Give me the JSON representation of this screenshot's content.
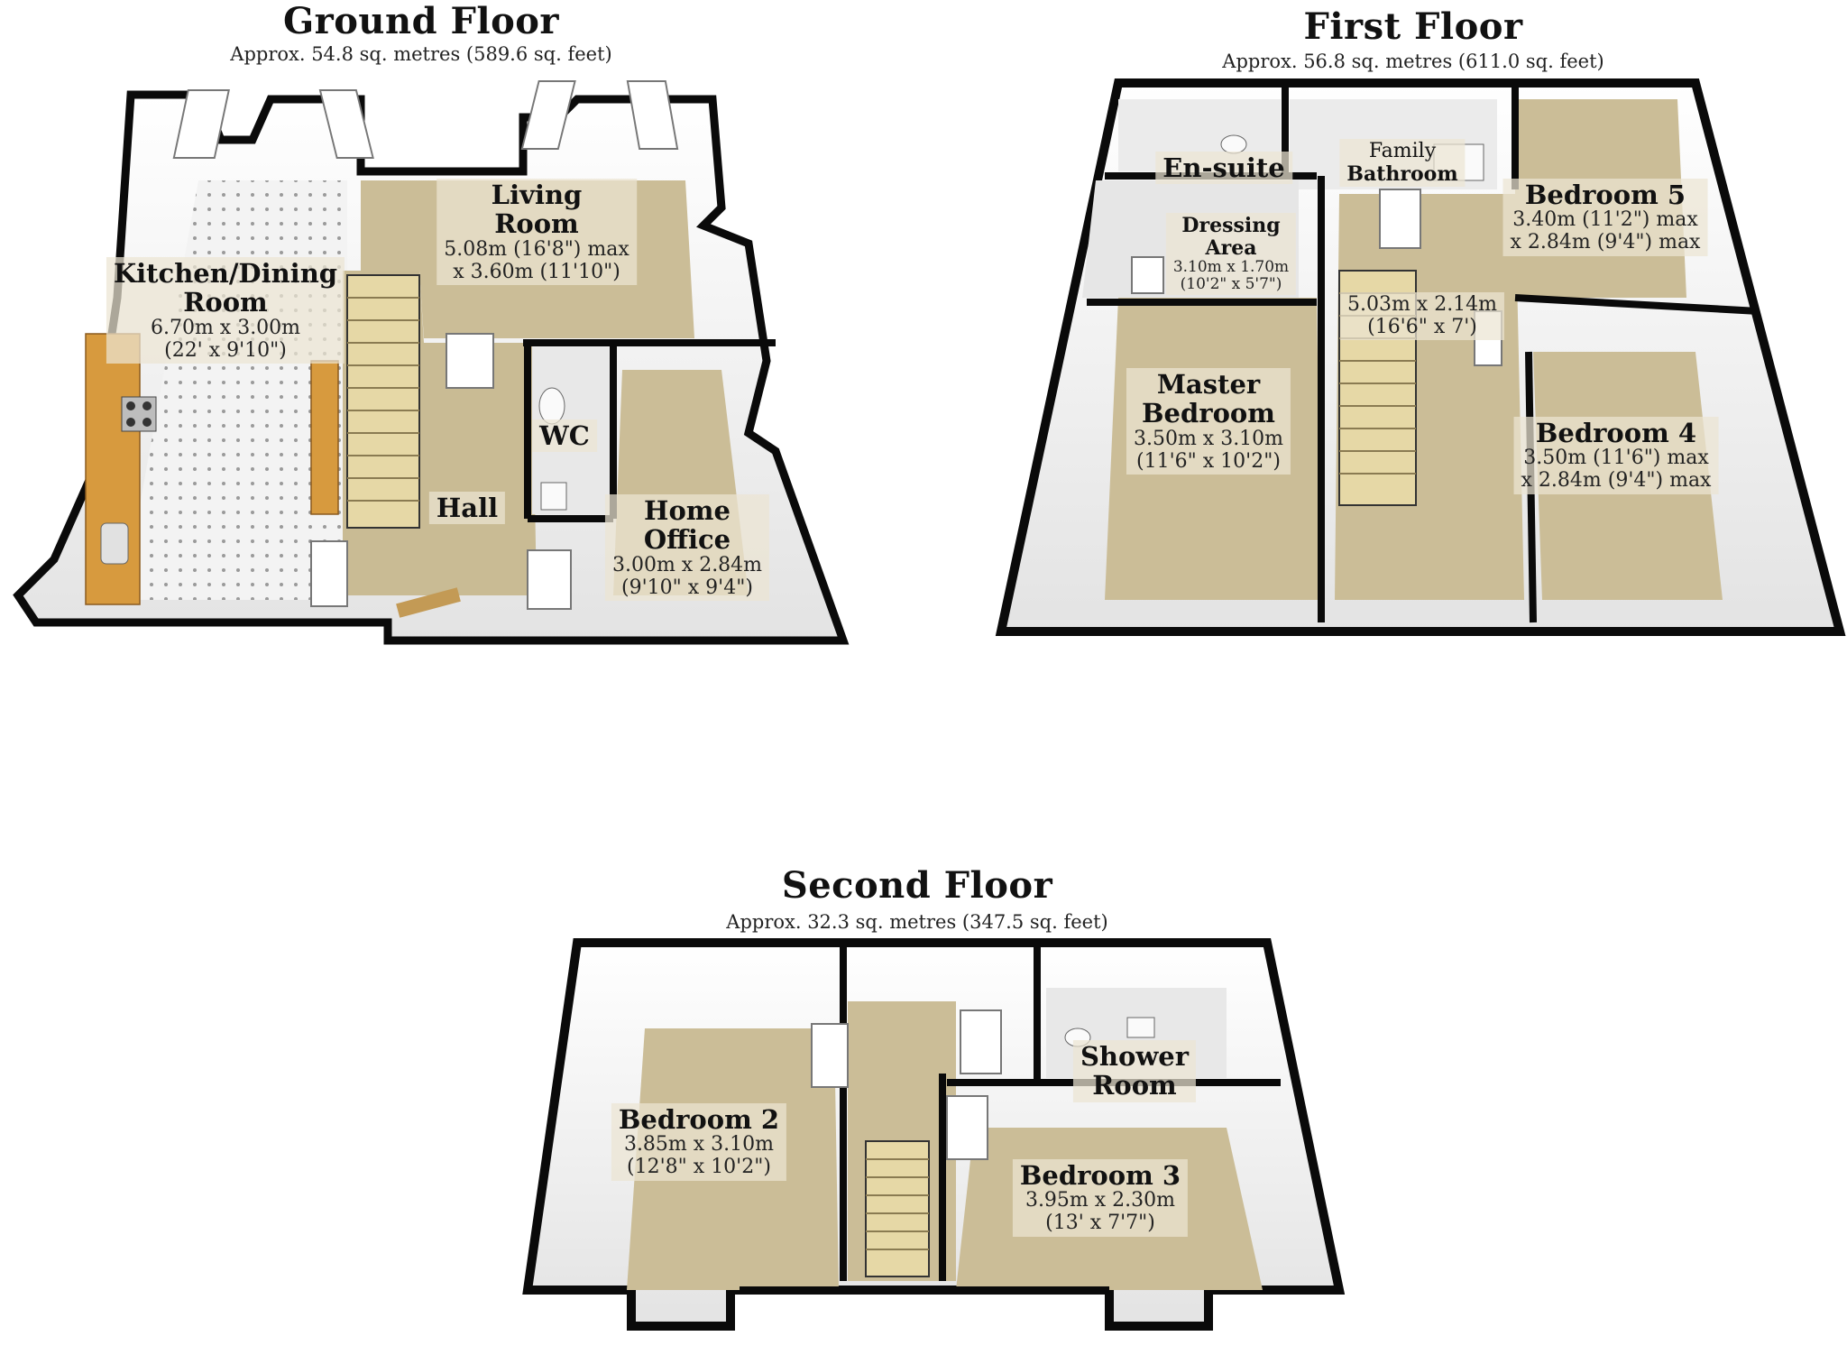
{
  "floors": {
    "ground": {
      "title": "Ground Floor",
      "area": "Approx. 54.8 sq. metres (589.6 sq. feet)"
    },
    "first": {
      "title": "First Floor",
      "area": "Approx. 56.8 sq. metres (611.0 sq. feet)"
    },
    "second": {
      "title": "Second Floor",
      "area": "Approx. 32.3 sq. metres (347.5 sq. feet)"
    }
  },
  "rooms": {
    "kitchen": {
      "name_1": "Kitchen/Dining",
      "name_2": "Room",
      "dim_1": "6.70m x 3.00m",
      "dim_2": "(22' x 9'10\")"
    },
    "living": {
      "name_1": "Living",
      "name_2": "Room",
      "dim_1": "5.08m (16'8\") max",
      "dim_2": "x 3.60m (11'10\")"
    },
    "wc": {
      "name_1": "WC"
    },
    "hall": {
      "name_1": "Hall"
    },
    "office": {
      "name_1": "Home",
      "name_2": "Office",
      "dim_1": "3.00m x 2.84m",
      "dim_2": "(9'10\" x 9'4\")"
    },
    "ensuite": {
      "name_1": "En-suite"
    },
    "family_bathroom": {
      "name_1": "Family",
      "name_2": "Bathroom"
    },
    "dressing": {
      "name_1": "Dressing",
      "name_2": "Area",
      "dim_1": "3.10m x 1.70m",
      "dim_2": "(10'2\" x 5'7\")"
    },
    "bedroom5": {
      "name_1": "Bedroom 5",
      "dim_1": "3.40m (11'2\") max",
      "dim_2": "x 2.84m (9'4\") max"
    },
    "landing": {
      "dim_1": "5.03m x 2.14m",
      "dim_2": "(16'6\" x 7')"
    },
    "master": {
      "name_1": "Master",
      "name_2": "Bedroom",
      "dim_1": "3.50m x 3.10m",
      "dim_2": "(11'6\" x 10'2\")"
    },
    "bedroom4": {
      "name_1": "Bedroom 4",
      "dim_1": "3.50m (11'6\") max",
      "dim_2": "x 2.84m (9'4\") max"
    },
    "bedroom2": {
      "name_1": "Bedroom 2",
      "dim_1": "3.85m x 3.10m",
      "dim_2": "(12'8\" x 10'2\")"
    },
    "shower": {
      "name_1": "Shower",
      "name_2": "Room"
    },
    "bedroom3": {
      "name_1": "Bedroom 3",
      "dim_1": "3.95m x 2.30m",
      "dim_2": "(13' x 7'7\")"
    }
  },
  "colors": {
    "wall": "#0a0a0a",
    "carpet": "#cbbd97",
    "tile_floor": "#f1f1f1",
    "worktop": "#d79a3e",
    "wall_face": "#efefef",
    "window": "#cfe6ea"
  }
}
